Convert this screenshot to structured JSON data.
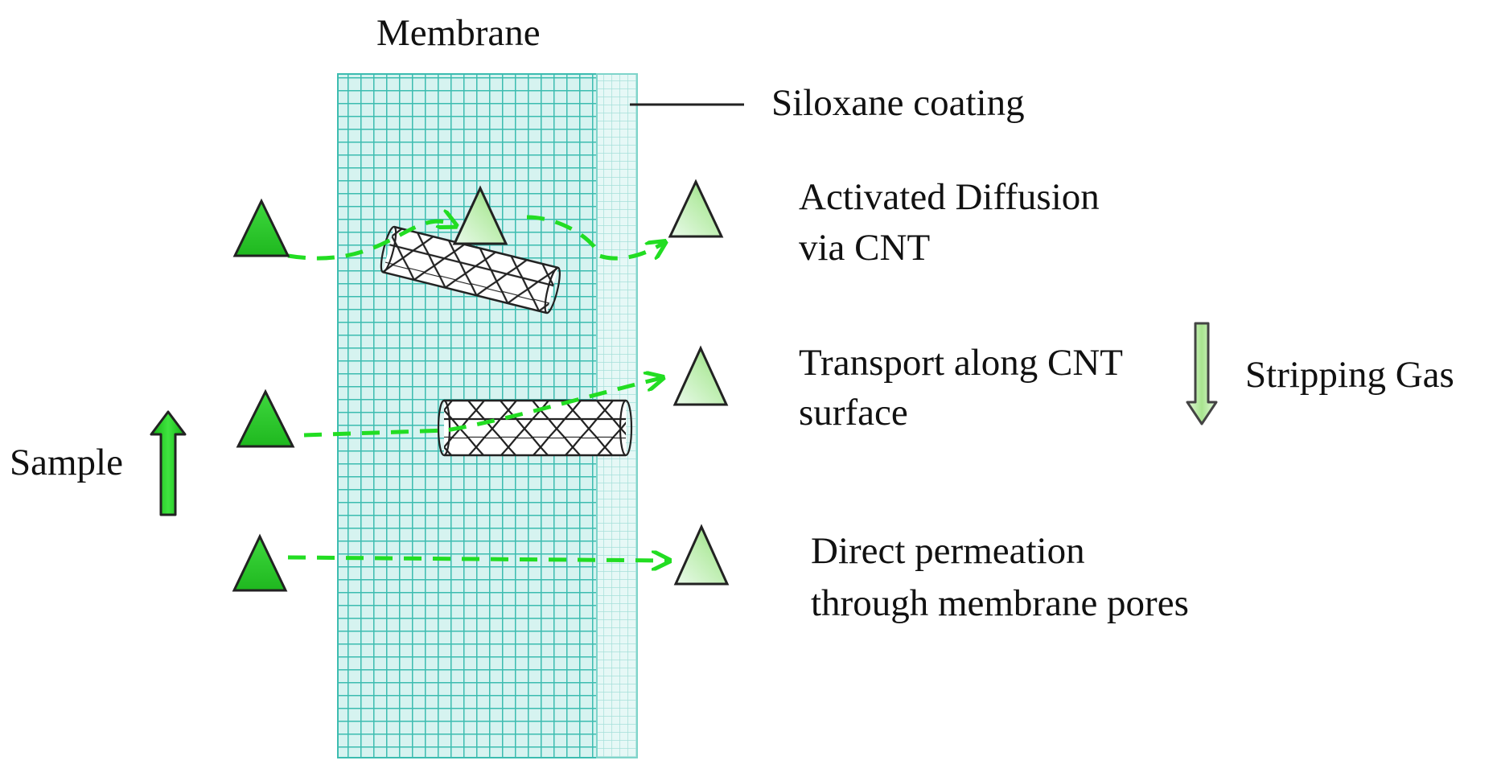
{
  "labels": {
    "membrane": "Membrane",
    "siloxane_coating": "Siloxane coating",
    "activated_diffusion": [
      "Activated Diffusion",
      "via CNT"
    ],
    "transport_along": [
      "Transport along CNT",
      "surface"
    ],
    "direct_permeation": [
      "Direct permeation",
      "through membrane pores"
    ],
    "stripping_gas": "Stripping Gas",
    "sample": "Sample"
  },
  "colors": {
    "membrane_grid": "#3cbcb0",
    "membrane_fill": "#d6f3f0",
    "coating_fill": "#e6f8f6",
    "path_dash": "#22dd22",
    "solid_arrow": "#1ec81e",
    "stripping_arrow": "#b6eca2",
    "molecule_dark": "#1fb81f",
    "molecule_light": "#d8f5cc",
    "cnt_line": "#222222"
  },
  "icons": {
    "sample_direction": "arrow-up-icon",
    "stripping_direction": "arrow-down-icon",
    "molecule": "triangle-molecule-icon",
    "nanotube": "carbon-nanotube-icon"
  }
}
